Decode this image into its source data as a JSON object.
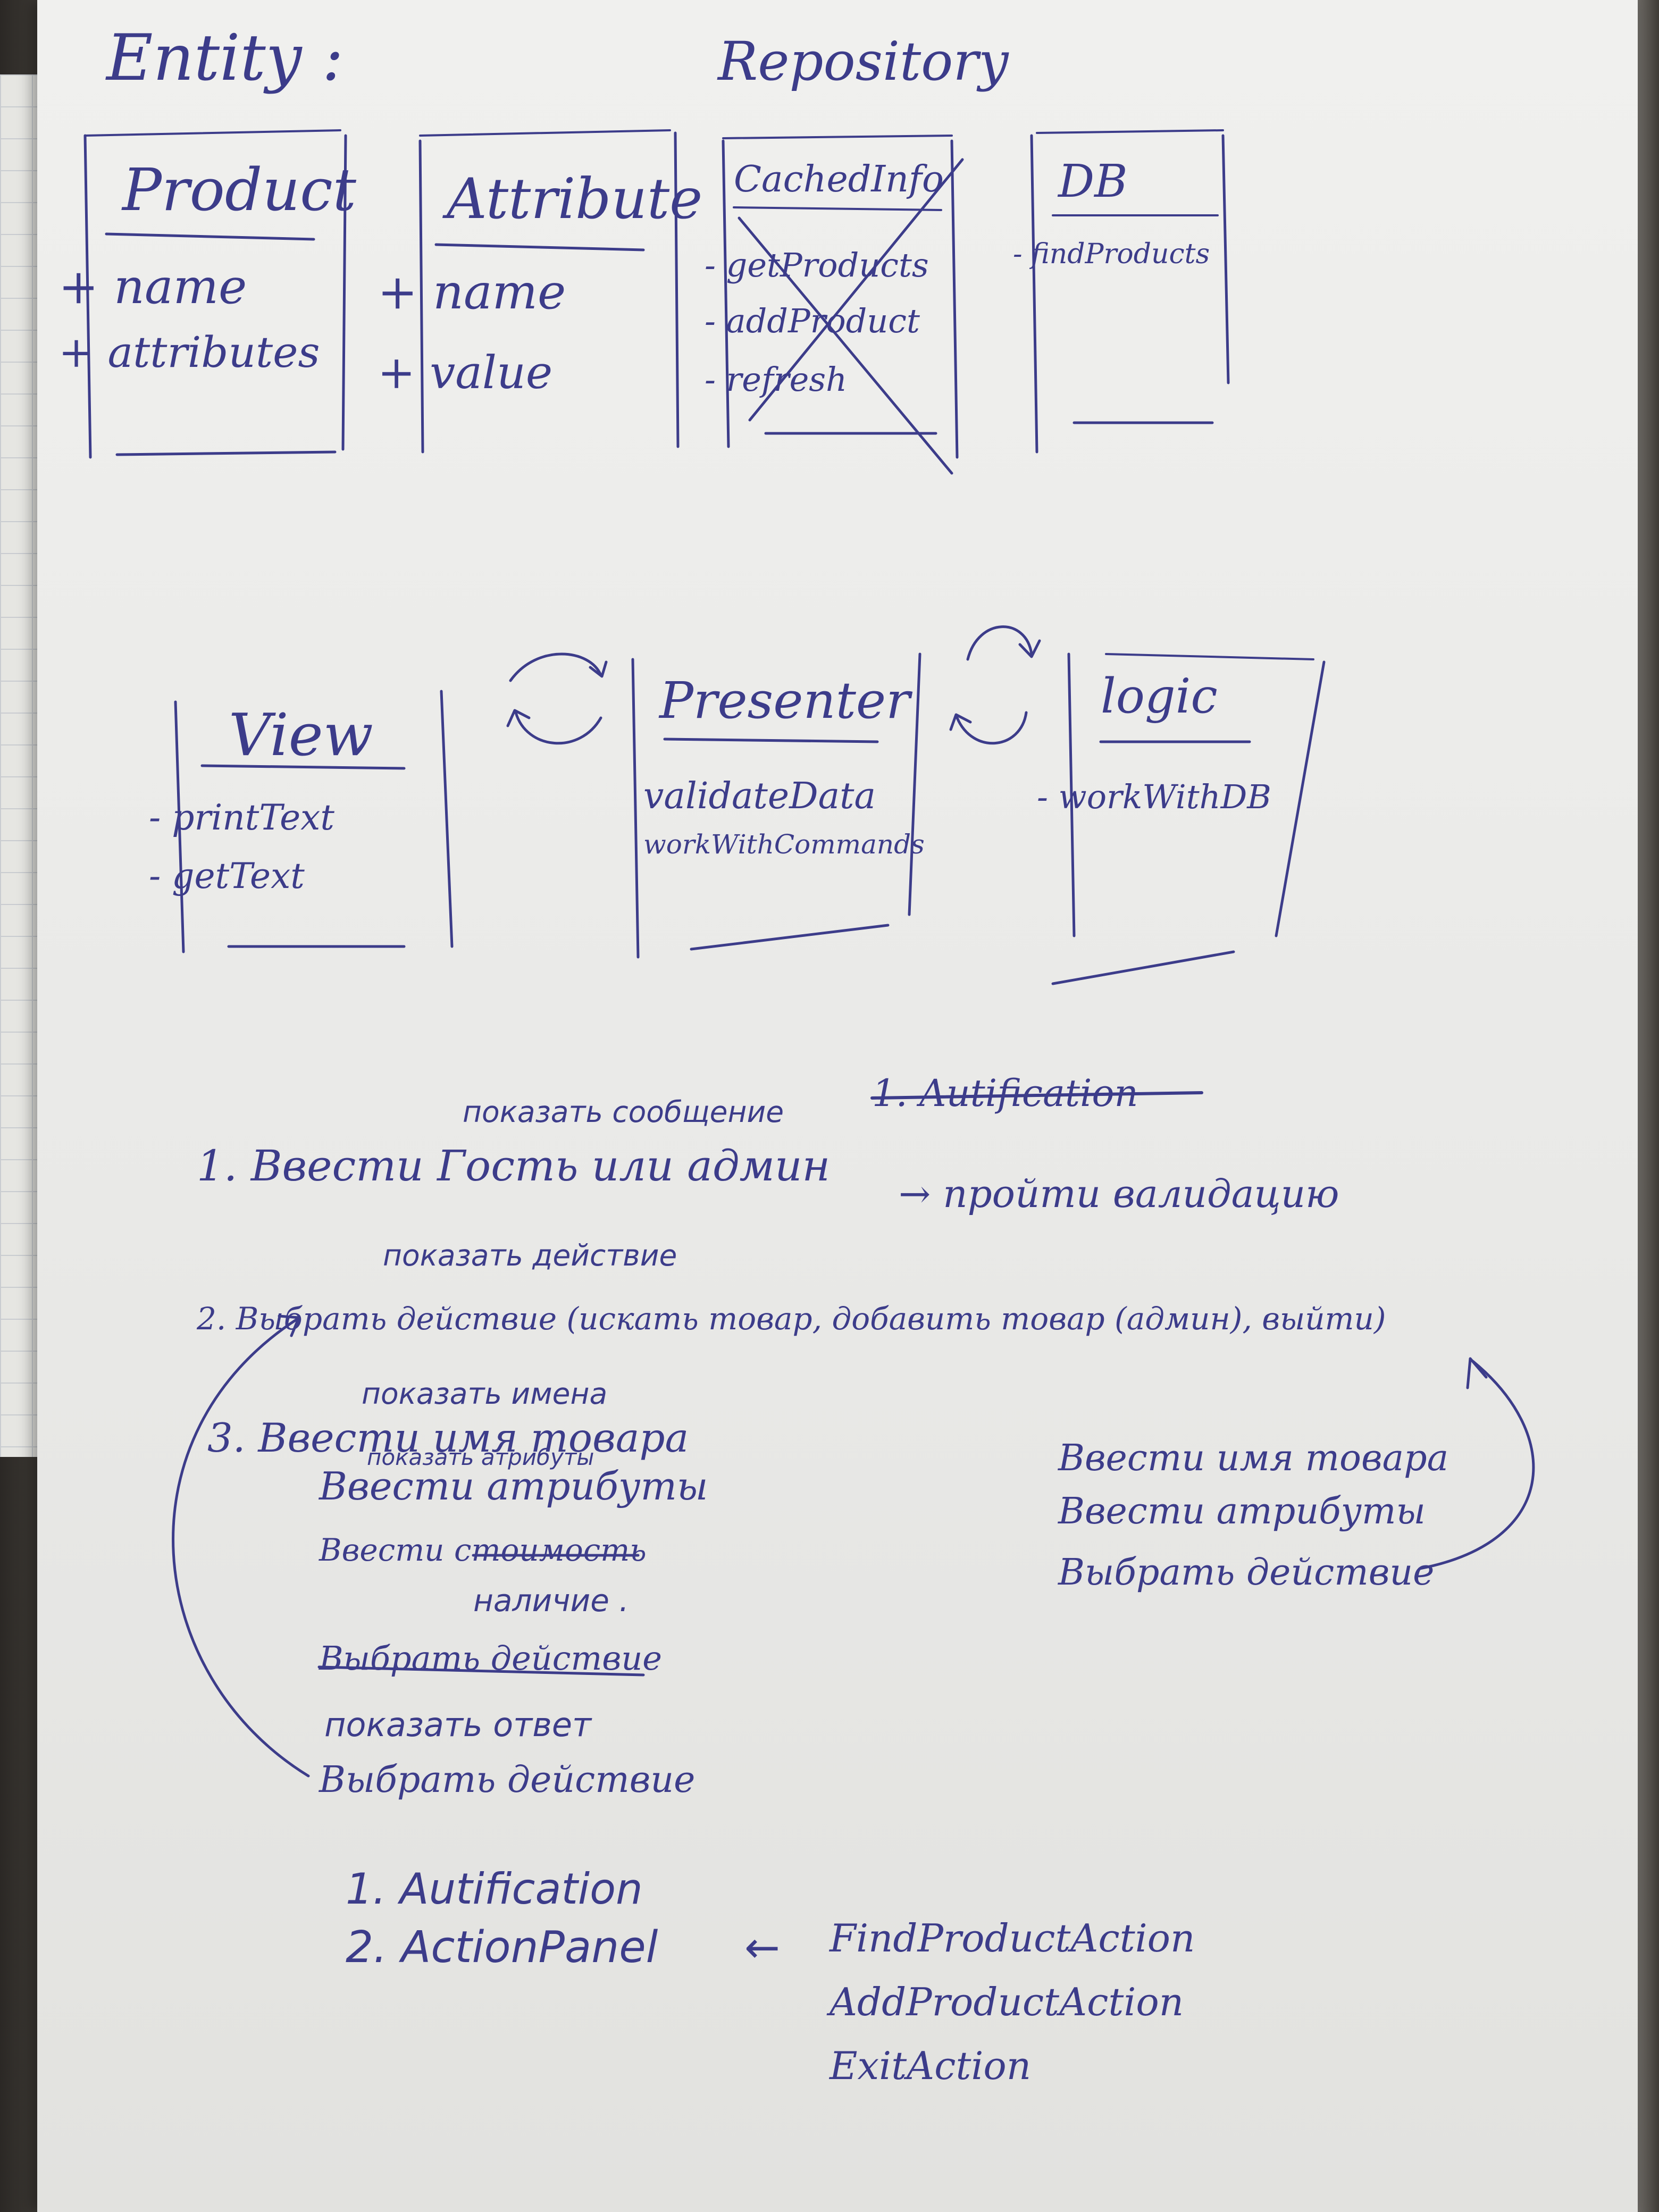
{
  "headings": {
    "entity": "Entity :",
    "repository": "Repository"
  },
  "boxes": {
    "product": {
      "title": "Product",
      "rows": [
        "+  name",
        "+  attributes"
      ]
    },
    "attribute": {
      "title": "Attribute",
      "rows": [
        "+  name",
        "+  value"
      ]
    },
    "cached": {
      "title": "CachedInfo",
      "rows": [
        "-  getProducts",
        "-  addProduct",
        "-  refresh"
      ]
    },
    "db": {
      "title": "DB",
      "rows": [
        "-  findProducts"
      ]
    },
    "view": {
      "title": "View",
      "rows": [
        "-  printText",
        "-  getText"
      ]
    },
    "presenter": {
      "title": "Presenter",
      "rows": [
        "validateData",
        "workWithCommands"
      ]
    },
    "logic": {
      "title": "logic",
      "rows": [
        "-  workWithDB"
      ]
    }
  },
  "notes": {
    "line1_above": "показать сообщение",
    "line1_struck_note": "1. Autification",
    "line1": "1.   Ввести Гость или админ",
    "line1_arrow": "→  пройти валидацию",
    "line2_above": "показать действие",
    "line2": "2.   Выбрать действие (искать товар, добавить товар (админ), выйти)",
    "line3_above": "показать имена",
    "line3a": "3.   Ввести имя товара",
    "line3b_above": "показать атрибуты",
    "line3b": "Ввести атрибуты",
    "line3c": "Ввести  стоимость",
    "line3c_extra": "наличие .",
    "line3d_struck": "Выбрать действие",
    "line3e": "показать ответ",
    "line3f": "Выбрать действие",
    "right1": "Ввести имя товара",
    "right2": "Ввести атрибуты",
    "right3": "Выбрать действие"
  },
  "bottom": {
    "item1": "1. Autification",
    "item2": "2. ActionPanel",
    "arrow": "←",
    "actions": [
      "FindProductAction",
      "AddProductAction",
      "ExitAction"
    ]
  }
}
